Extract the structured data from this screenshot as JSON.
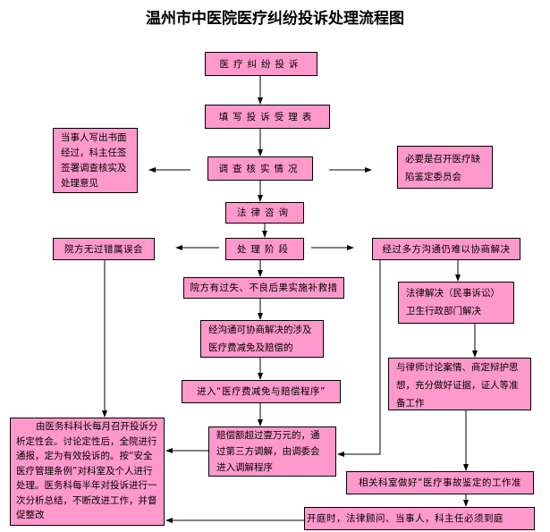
{
  "title": "温州市中医院医疗纠纷投诉处理流程图",
  "nodes": {
    "complaint": "医疗纠纷投诉",
    "fill_form": "填写投诉受理表",
    "investigate": "调查核实情况",
    "written_statement": "当事人写出书面经过，科主任签签署调查核实及处理意见",
    "expert_committee": "必要是召开医疗缺陷鉴定委员会",
    "legal_consult": "法律咨询",
    "handling_stage": "处理阶段",
    "no_fault": "院方无过错属误会",
    "remedy": "院方有过失、不良后果实施补救措",
    "negotiate_cost": "经沟通可协商解决的涉及医疗费减免及赔偿的",
    "enter_program": "进入“医疗费减免与赔偿程序”",
    "third_party": "赔偿额超过壹万元的，通过第三方调解，由调委会进入调解程序",
    "hard_negotiate": "经过多方沟通仍难以协商解决",
    "legal_solution": "法律解决（民事诉讼）卫生行政部门解决",
    "lawyer_discuss": "与律师讨论案情、商定辩护思想，充分做好证据，证人等准备工作",
    "dept_prepare": "相关科室做好“医疗事故鉴定的工作准",
    "court": "开庭时，法律顾问、当事人，科主任必须到庭",
    "summary": "由医务科科长每月召开投诉分析定性会。讨论定性后，全院进行通报，定为有效投诉的。按“安全医疗管理条例”对科室及个人进行处理。医务科每半年对投诉进行一次分析总结，不断改进工作，并督促整改"
  },
  "colors": {
    "box_fill": "#ff99cc",
    "line": "#000000"
  }
}
